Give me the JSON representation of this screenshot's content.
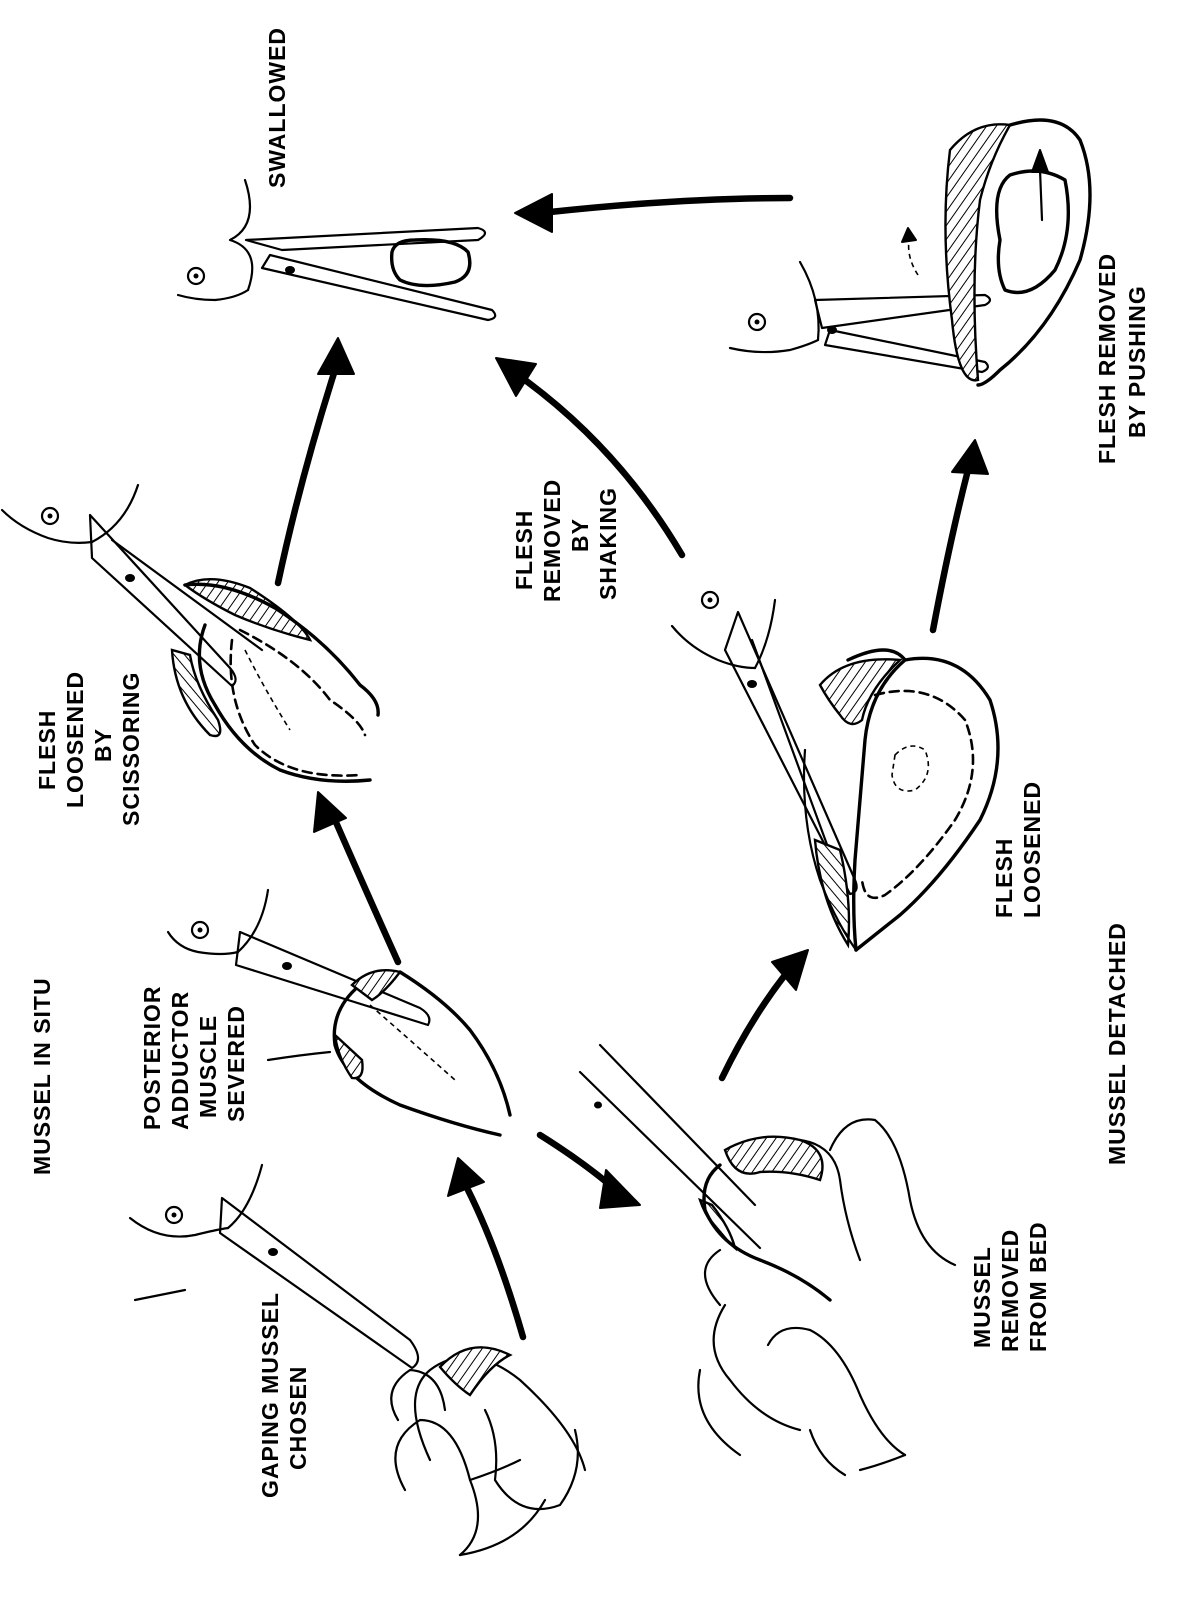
{
  "phases": {
    "in_situ": "MUSSEL IN SITU",
    "detached": "MUSSEL DETACHED"
  },
  "steps": {
    "gaping": [
      "GAPING MUSSEL",
      "CHOSEN"
    ],
    "posterior": [
      "POSTERIOR",
      "ADDUCTOR",
      "MUSCLE",
      "SEVERED"
    ],
    "scissoring": [
      "FLESH",
      "LOOSENED",
      "BY",
      "SCISSORING"
    ],
    "swallowed": [
      "SWALLOWED"
    ],
    "removed_from_bed": [
      "MUSSEL",
      "REMOVED",
      "FROM BED"
    ],
    "flesh_loosened": [
      "FLESH",
      "LOOSENED"
    ],
    "shaking": [
      "FLESH",
      "REMOVED",
      "BY",
      "SHAKING"
    ],
    "pushing": [
      "FLESH REMOVED",
      "BY PUSHING"
    ]
  }
}
